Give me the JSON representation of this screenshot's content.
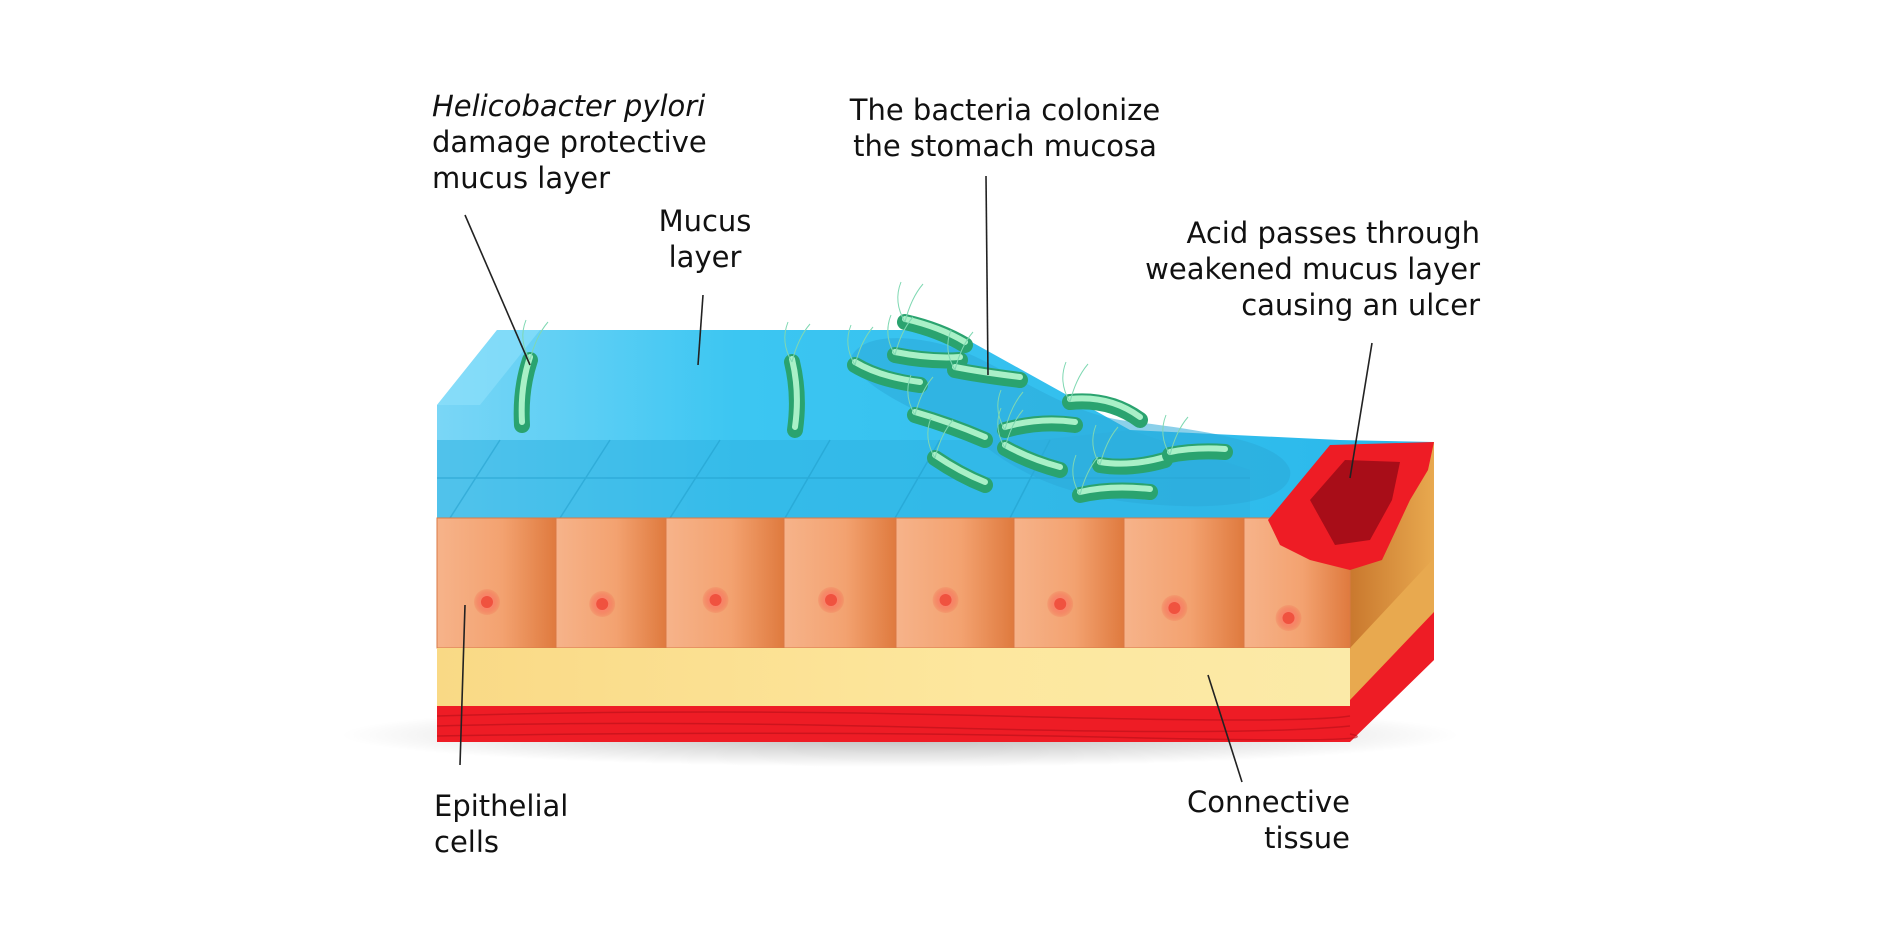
{
  "labels": {
    "hpylori": {
      "species": "Helicobacter pylori",
      "line2": "damage protective",
      "line3": "mucus layer"
    },
    "mucus": {
      "line1": "Mucus",
      "line2": "layer"
    },
    "colonize": {
      "line1": "The bacteria colonize",
      "line2": "the stomach mucosa"
    },
    "acid": {
      "line1": "Acid passes through",
      "line2": "weakened mucus layer",
      "line3": "causing an ulcer"
    },
    "epithelial": {
      "line1": "Epithelial",
      "line2": "cells"
    },
    "connective": {
      "line1": "Connective",
      "line2": "tissue"
    }
  },
  "colors": {
    "mucus": "#35c8f2",
    "mucus_top": "#5fd8fb",
    "epithelial": "#f3a373",
    "epithelial_dark": "#e4824a",
    "nucleus": "#f05a50",
    "connective": "#fbe08e",
    "muscle": "#ee1c25",
    "ulcer": "#c8101c",
    "bacteria": "#55d59a",
    "leader_line": "#222222"
  }
}
